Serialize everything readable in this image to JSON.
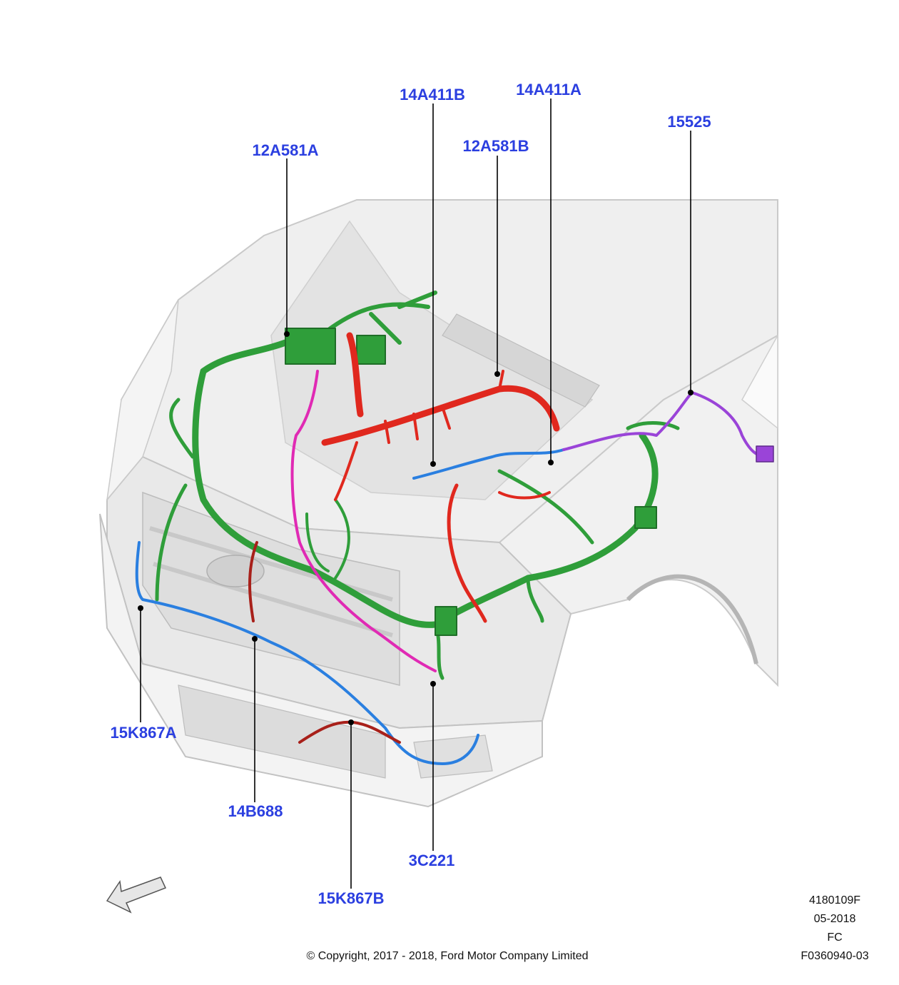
{
  "colors": {
    "callout_text": "#2b3fe0",
    "harness_green": "#2f9e3a",
    "harness_red": "#e0281e",
    "harness_blue": "#2a7fe0",
    "harness_magenta": "#e02ab4",
    "harness_purple": "#9a44d8",
    "harness_darkred": "#a8201a",
    "vehicle_body": "#ececec"
  },
  "callouts": [
    {
      "id": "12A581A",
      "label": "12A581A"
    },
    {
      "id": "14A411B",
      "label": "14A411B"
    },
    {
      "id": "14A411A",
      "label": "14A411A"
    },
    {
      "id": "12A581B",
      "label": "12A581B"
    },
    {
      "id": "15525",
      "label": "15525"
    },
    {
      "id": "15K867A",
      "label": "15K867A"
    },
    {
      "id": "14B688",
      "label": "14B688"
    },
    {
      "id": "3C221",
      "label": "3C221"
    },
    {
      "id": "15K867B",
      "label": "15K867B"
    }
  ],
  "info_block": {
    "ref": "4180109F",
    "date": "05-2018",
    "code": "FC",
    "figure": "F0360940-03"
  },
  "copyright": "© Copyright, 2017 - 2018, Ford Motor Company Limited",
  "icons": {
    "orientation": "direction-arrow-icon"
  }
}
